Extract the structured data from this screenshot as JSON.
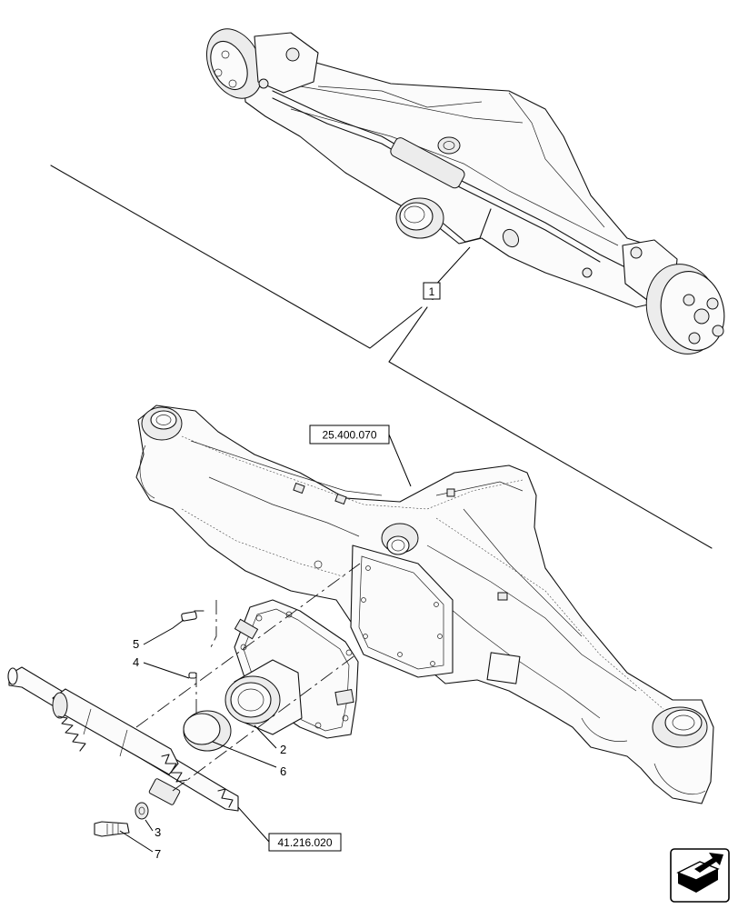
{
  "callouts": {
    "top_assembly": "1",
    "axle_housing_ref": "25.400.070",
    "shaft_ref": "41.216.020",
    "item_2": "2",
    "item_3": "3",
    "item_4": "4",
    "item_5": "5",
    "item_6": "6",
    "item_7": "7"
  },
  "icons": {
    "navigation": "next-page-arrow-icon"
  },
  "colors": {
    "line": "#111111",
    "background": "#ffffff"
  }
}
